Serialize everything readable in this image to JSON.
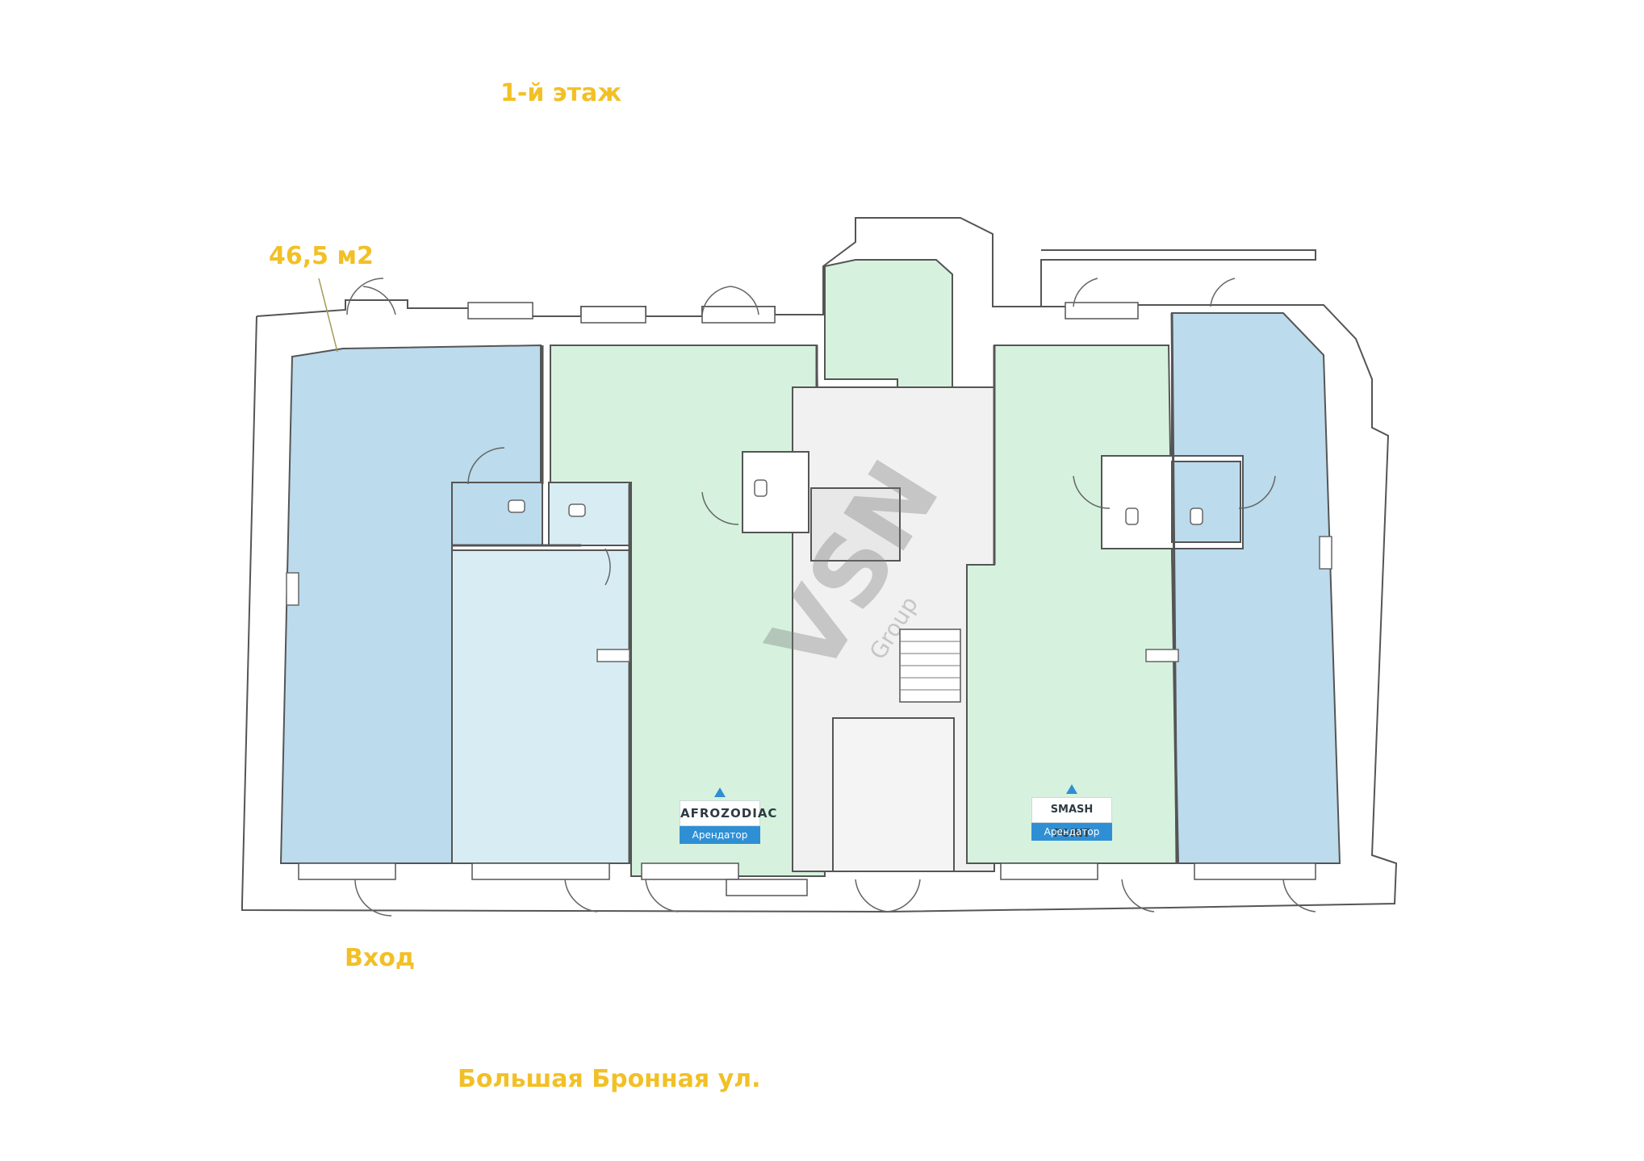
{
  "plan": {
    "floor_title": "1-й этаж",
    "area_label": "46,5 м2",
    "entrance_label": "Вход",
    "street_label": "Большая Бронная ул.",
    "watermark": "VSN Group"
  },
  "tenants": [
    {
      "logo_text": "AFROZODIAC",
      "status": "Арендатор"
    },
    {
      "logo_text": "SMASH POINT",
      "status": "Арендатор"
    }
  ],
  "colors": {
    "label": "#f2c026",
    "available_blue": "#bcdbed",
    "available_light_blue": "#d8edf3",
    "rented_green": "#d6f2de",
    "common_gray": "#f1f1f1",
    "wall": "#555555",
    "tenant_badge": "#2f8fd4"
  }
}
